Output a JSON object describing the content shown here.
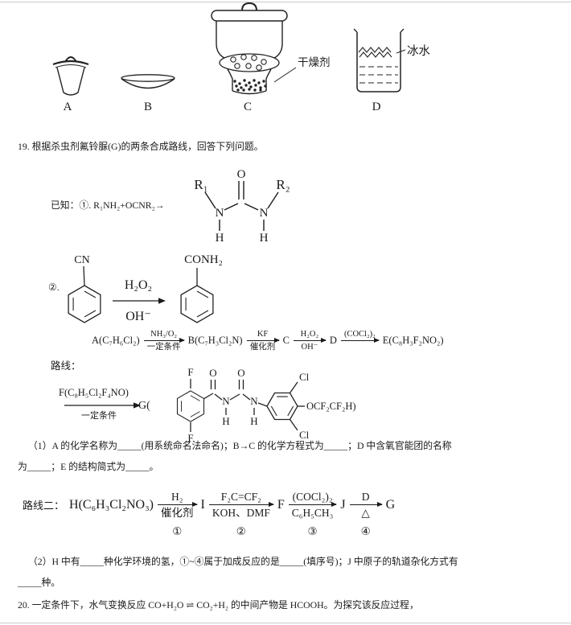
{
  "figure": {
    "labels": {
      "a": "A",
      "b": "B",
      "c": "C",
      "d": "D"
    },
    "desiccant": "干燥剂",
    "ice_water": "冰水"
  },
  "chem": {
    "atoms": {
      "N": "N",
      "H": "H",
      "O": "O",
      "F": "F",
      "Cl": "Cl",
      "R1": "R₁",
      "R2": "R₂",
      "CN": "CN",
      "CONH2": "CONH₂"
    }
  },
  "q19": {
    "number": "19.",
    "stem": "根据杀虫剂氟铃脲(G)的两条合成路线，回答下列问题。",
    "known": "已知：①. R₁NH₂+OCNR₂→",
    "rxn2_label": "②.",
    "rxn2": {
      "top": "H₂O₂",
      "bottom": "OH⁻"
    },
    "route1": {
      "start": "A(C₇H₆Cl₂)",
      "step1": {
        "top": "NH₃/O₂",
        "bottom": "一定条件"
      },
      "b": "B(C₇H₃Cl₂N)",
      "step2": {
        "top": "KF",
        "bottom": "催化剂"
      },
      "c": "C",
      "step3": {
        "top": "H₂O₂",
        "bottom": "OH⁻"
      },
      "d": "D",
      "step4": {
        "top": "(COCl₂)₂",
        "bottom": ""
      },
      "e": "E(C₈H₃F₂NO₂)"
    },
    "route1b": {
      "label": "路线：",
      "f": "F(C₈H₅Cl₂F₄NO)",
      "cond": "一定条件",
      "g_open": "G(",
      "tail": "OCF₂CF₂H)"
    },
    "q1": {
      "line1": "（1）A 的化学名称为_____(用系统命名法命名)；B→C 的化学方程式为_____；D 中含氧官能团的名称",
      "line2": "为_____；E 的结构简式为_____。"
    },
    "route2": {
      "label": "路线二：",
      "h": "H(C₆H₃Cl₂NO₃)",
      "step1": {
        "top": "H₂",
        "bottom": "催化剂",
        "num": "①"
      },
      "i": "I",
      "step2": {
        "top": "F₂C=CF₂",
        "bottom": "KOH、DMF",
        "num": "②"
      },
      "f": "F",
      "step3": {
        "top": "(COCl₂)₂",
        "bottom": "C₆H₅CH₃",
        "num": "③"
      },
      "j": "J",
      "step4": {
        "top": "D",
        "bottom": "△",
        "num": "④"
      },
      "g": "G"
    },
    "q2": {
      "line1": "（2）H 中有_____种化学环境的氢，①~④属于加成反应的是_____(填序号)；J 中原子的轨道杂化方式有",
      "line2": "_____种。"
    }
  },
  "q20": {
    "number": "20.",
    "text": "一定条件下，水气变换反应 CO+H₂O ⇌ CO₂+H₂ 的中间产物是 HCOOH。为探究该反应过程，"
  }
}
